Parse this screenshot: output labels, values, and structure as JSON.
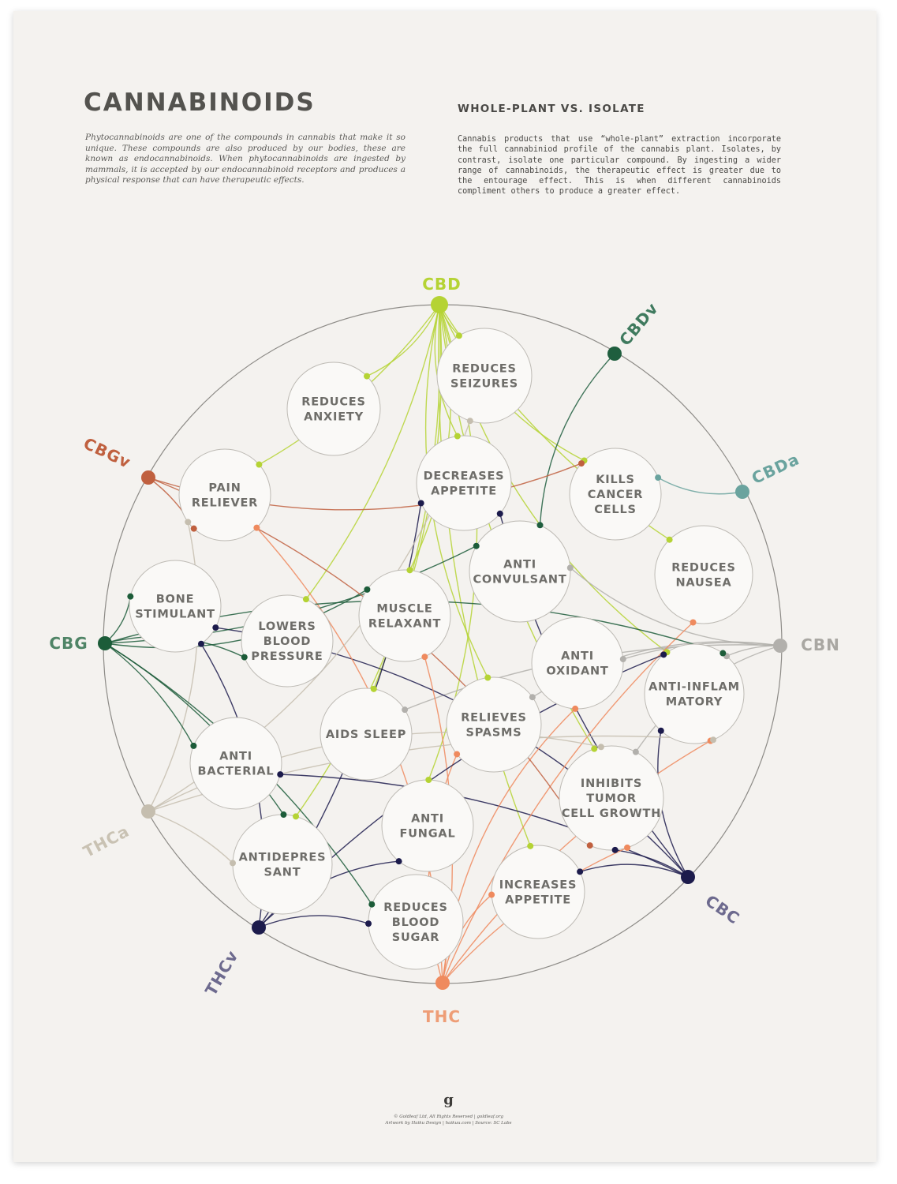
{
  "poster": {
    "title": "CANNABINOIDS",
    "intro": "Phytocannabinoids are one of the compounds in cannabis that make it so unique. These compounds are also produced by our bodies, these are known as endocannabinoids. When phytocannabinoids are ingested by mammals, it is accepted by our endocannabinoid receptors and produces a physical response that can have therapeutic effects.",
    "subtitle": "WHOLE-PLANT VS. ISOLATE",
    "body": "Cannabis products that use “whole-plant” extraction incorporate the full cannabiniod profile of the cannabis plant. Isolates, by contrast, isolate one particular compound. By ingesting a wider range of cannabinoids, the therapeutic effect is greater due to the entourage effect. This is when different cannabinoids compliment others to produce a greater effect.",
    "logo": "g",
    "credit_line_1": "© Goldleaf Ltd, All Rights Reserved | goldleaf.org",
    "credit_line_2": "Artwork by Haiku Design | haikuu.com | Source: SC Labs"
  },
  "cannabinoids": [
    {
      "id": "cbd",
      "label": "CBD",
      "color": "#b5d334"
    },
    {
      "id": "cbdv",
      "label": "CBDv",
      "color": "#1f5e3e"
    },
    {
      "id": "cbda",
      "label": "CBDa",
      "color": "#6aa39e"
    },
    {
      "id": "cbn",
      "label": "CBN",
      "color": "#b2b0ac"
    },
    {
      "id": "cbc",
      "label": "CBC",
      "color": "#1c1b4c"
    },
    {
      "id": "thc",
      "label": "THC",
      "color": "#ef8a5e"
    },
    {
      "id": "thcv",
      "label": "THCv",
      "color": "#1c1b4c"
    },
    {
      "id": "thca",
      "label": "THCa",
      "color": "#c5beaf"
    },
    {
      "id": "cbg",
      "label": "CBG",
      "color": "#1c5c39"
    },
    {
      "id": "cbgv",
      "label": "CBGv",
      "color": "#c0603f"
    }
  ],
  "cannabinoid_label_colors": {
    "cbd": "#b5d334",
    "cbdv": "#3f7a5e",
    "cbda": "#6aa39e",
    "cbn": "#a9a7a2",
    "cbc": "#6d6a8e",
    "thc": "#ee9d76",
    "thcv": "#6d6a8e",
    "thca": "#c9c2b3",
    "cbg": "#4f8466",
    "cbgv": "#c0603f"
  },
  "effects": [
    {
      "id": "reduces-anxiety",
      "lines": [
        "REDUCES",
        "ANXIETY"
      ]
    },
    {
      "id": "reduces-seizures",
      "lines": [
        "REDUCES",
        "SEIZURES"
      ]
    },
    {
      "id": "decreases-appetite",
      "lines": [
        "DECREASES",
        "APPETITE"
      ]
    },
    {
      "id": "pain-reliever",
      "lines": [
        "PAIN",
        "RELIEVER"
      ]
    },
    {
      "id": "kills-cancer-cells",
      "lines": [
        "KILLS",
        "CANCER",
        "CELLS"
      ]
    },
    {
      "id": "anti-convulsant",
      "lines": [
        "ANTI",
        "CONVULSANT"
      ]
    },
    {
      "id": "reduces-nausea",
      "lines": [
        "REDUCES",
        "NAUSEA"
      ]
    },
    {
      "id": "bone-stimulant",
      "lines": [
        "BONE",
        "STIMULANT"
      ]
    },
    {
      "id": "muscle-relaxant",
      "lines": [
        "MUSCLE",
        "RELAXANT"
      ]
    },
    {
      "id": "lowers-blood-pressure",
      "lines": [
        "LOWERS",
        "BLOOD",
        "PRESSURE"
      ]
    },
    {
      "id": "anti-oxidant",
      "lines": [
        "ANTI",
        "OXIDANT"
      ]
    },
    {
      "id": "anti-inflammatory",
      "lines": [
        "ANTI-INFLAM",
        "MATORY"
      ]
    },
    {
      "id": "aids-sleep",
      "lines": [
        "AIDS SLEEP"
      ]
    },
    {
      "id": "relieves-spasms",
      "lines": [
        "RELIEVES",
        "SPASMS"
      ]
    },
    {
      "id": "anti-bacterial",
      "lines": [
        "ANTI",
        "BACTERIAL"
      ]
    },
    {
      "id": "inhibits-tumor-cell-growth",
      "lines": [
        "INHIBITS",
        "TUMOR",
        "CELL GROWTH"
      ]
    },
    {
      "id": "anti-fungal",
      "lines": [
        "ANTI",
        "FUNGAL"
      ]
    },
    {
      "id": "antidepressant",
      "lines": [
        "ANTIDEPRES",
        "SANT"
      ]
    },
    {
      "id": "increases-appetite",
      "lines": [
        "INCREASES",
        "APPETITE"
      ]
    },
    {
      "id": "reduces-blood-sugar",
      "lines": [
        "REDUCES",
        "BLOOD",
        "SUGAR"
      ]
    }
  ],
  "links": {
    "cbd": [
      "reduces-anxiety",
      "reduces-seizures",
      "decreases-appetite",
      "pain-reliever",
      "kills-cancer-cells",
      "reduces-nausea",
      "muscle-relaxant",
      "lowers-blood-pressure",
      "anti-inflammatory",
      "aids-sleep",
      "relieves-spasms",
      "inhibits-tumor-cell-growth",
      "antidepressant",
      "increases-appetite",
      "anti-fungal"
    ],
    "cbdv": [
      "anti-convulsant"
    ],
    "cbda": [
      "kills-cancer-cells"
    ],
    "cbn": [
      "anti-convulsant",
      "anti-oxidant",
      "relieves-spasms",
      "anti-inflammatory",
      "inhibits-tumor-cell-growth",
      "aids-sleep"
    ],
    "cbc": [
      "anti-inflammatory",
      "inhibits-tumor-cell-growth",
      "increases-appetite",
      "decreases-appetite",
      "bone-stimulant",
      "anti-bacterial"
    ],
    "thc": [
      "pain-reliever",
      "muscle-relaxant",
      "anti-oxidant",
      "reduces-nausea",
      "relieves-spasms",
      "anti-inflammatory",
      "increases-appetite",
      "inhibits-tumor-cell-growth"
    ],
    "thcv": [
      "bone-stimulant",
      "anti-inflammatory",
      "reduces-blood-sugar",
      "decreases-appetite",
      "anti-fungal"
    ],
    "thca": [
      "reduces-seizures",
      "anti-inflammatory",
      "pain-reliever",
      "antidepressant",
      "inhibits-tumor-cell-growth"
    ],
    "cbg": [
      "bone-stimulant",
      "anti-bacterial",
      "lowers-blood-pressure",
      "anti-convulsant",
      "anti-inflammatory",
      "reduces-blood-sugar",
      "muscle-relaxant",
      "antidepressant"
    ],
    "cbgv": [
      "kills-cancer-cells",
      "pain-reliever",
      "inhibits-tumor-cell-growth"
    ]
  }
}
